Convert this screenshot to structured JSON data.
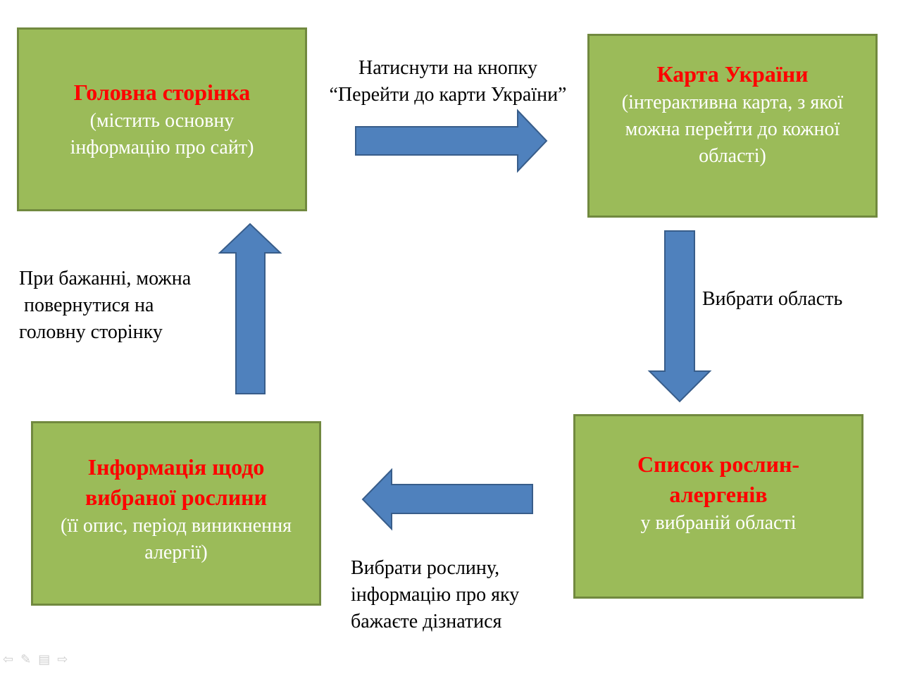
{
  "boxes": {
    "home": {
      "title": "Головна сторінка",
      "desc": "(містить основну\nінформацію про сайт)"
    },
    "map": {
      "title": "Карта України",
      "desc": "(інтерактивна карта, з якої\nможна перейти до кожної\nобласті)"
    },
    "list": {
      "title": "Список рослин-\nалергенів",
      "desc": "у вибраній області"
    },
    "info": {
      "title": "Інформація щодо\nвибраної рослини",
      "desc": "(її опис, період виникнення\nалергії)"
    }
  },
  "labels": {
    "to_map": "Натиснути на кнопку\n“Перейти до карти України”",
    "choose_region": "Вибрати область",
    "choose_plant": "Вибрати рослину,\nінформацію про яку\nбажаєте дізнатися",
    "back_home": "При бажанні, можна\n повернутися на\nголовну сторінку"
  },
  "colors": {
    "box_fill": "#9bbb59",
    "box_border": "#71893f",
    "title_text": "#ff0000",
    "arrow_fill": "#4f81bd",
    "arrow_border": "#385d8a"
  },
  "icons": [
    "prev-icon",
    "pen-icon",
    "menu-icon",
    "next-icon"
  ]
}
